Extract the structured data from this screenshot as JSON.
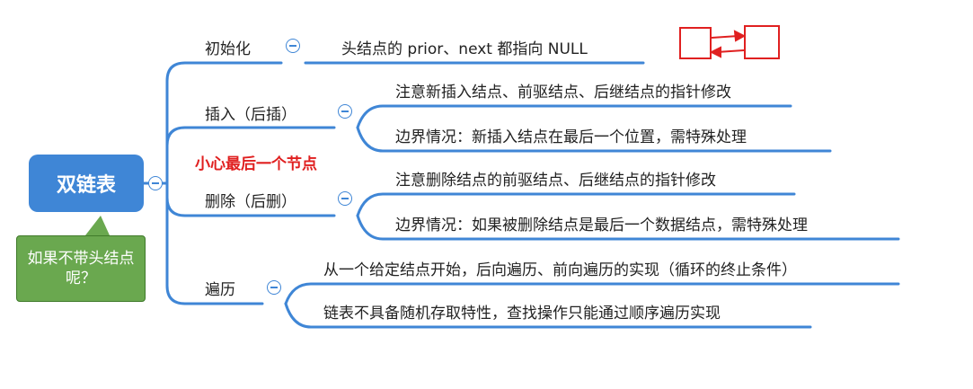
{
  "root": "双链表",
  "callout": "如果不带头结点呢？",
  "warning": "小心最后一个节点",
  "branches": [
    {
      "label": "初始化",
      "children": [
        "头结点的 prior、next 都指向 NULL"
      ]
    },
    {
      "label": "插入（后插）",
      "children": [
        "注意新插入结点、前驱结点、后继结点的指针修改",
        "边界情况：新插入结点在最后一个位置，需特殊处理"
      ]
    },
    {
      "label": "删除（后删）",
      "children": [
        "注意删除结点的前驱结点、后继结点的指针修改",
        "边界情况：如果被删除结点是最后一个数据结点，需特殊处理"
      ]
    },
    {
      "label": "遍历",
      "children": [
        "从一个给定结点开始，后向遍历、前向遍历的实现（循环的终止条件）",
        "链表不具备随机存取特性，查找操作只能通过顺序遍历实现"
      ]
    }
  ],
  "colors": {
    "line": "#3f86d6",
    "root": "#3f86d6",
    "callout": "#6aa84f",
    "warning": "#e02020"
  }
}
